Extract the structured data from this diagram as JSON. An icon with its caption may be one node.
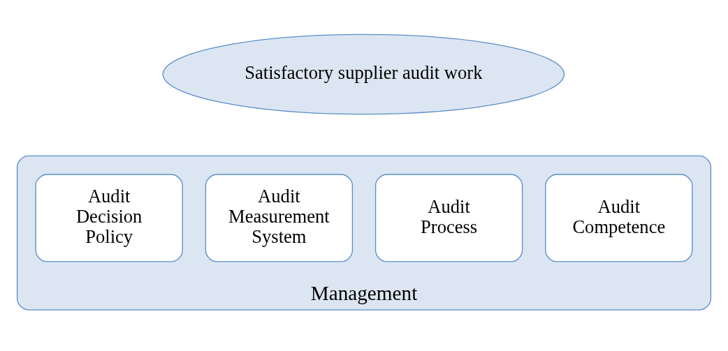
{
  "diagram": {
    "nodes": [
      {
        "text": [
          "Satisfactory supplier audit work"
        ]
      },
      {
        "text": [
          "Management"
        ]
      },
      {
        "text": [
          "Audit Decision Policy"
        ],
        "in": 1
      },
      {
        "text": [
          "Audit Measurement System"
        ],
        "in": 1
      },
      {
        "text": [
          "Audit Process"
        ],
        "in": 1
      },
      {
        "text": [
          "Audit Competence"
        ],
        "in": 1
      }
    ],
    "edges": []
  }
}
